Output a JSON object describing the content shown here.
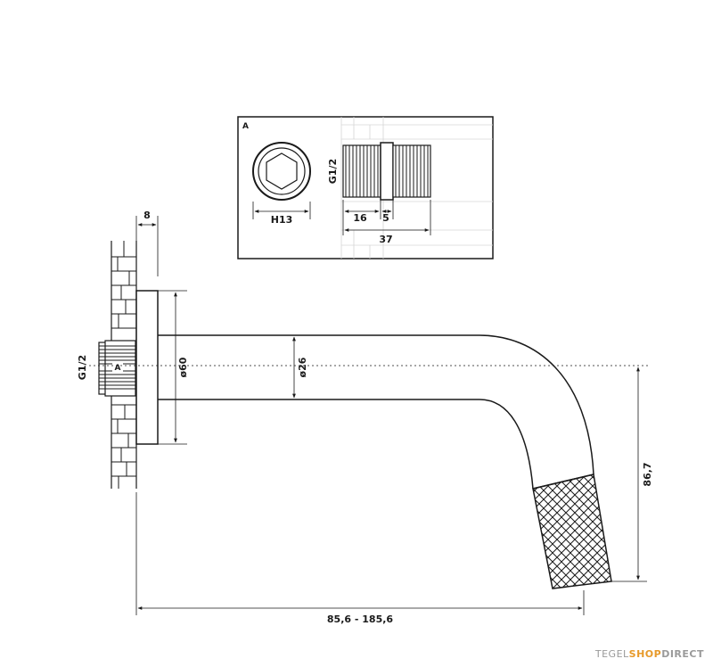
{
  "detail": {
    "marker": "A",
    "hex_label": "H13",
    "thread_label": "G1/2",
    "dim_16": "16",
    "dim_5": "5",
    "dim_37": "37"
  },
  "main": {
    "dim_8": "8",
    "thread_label": "G1/2",
    "marker": "A",
    "dia_60": "ø60",
    "dia_26": "ø26",
    "height": "86,7",
    "length": "85,6 - 185,6"
  },
  "brand": {
    "part1": "TEGEL",
    "part2": "SHOP",
    "part3": "DIRECT"
  }
}
